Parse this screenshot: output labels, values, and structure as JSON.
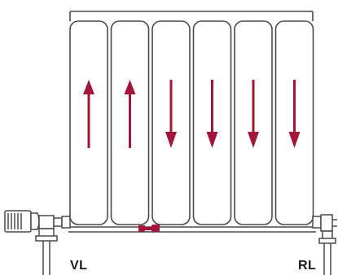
{
  "labels": {
    "flow": "VL",
    "return": "RL"
  },
  "sections": [
    {
      "id": 1,
      "flow": "up"
    },
    {
      "id": 2,
      "flow": "up"
    },
    {
      "id": 3,
      "flow": "down"
    },
    {
      "id": 4,
      "flow": "down"
    },
    {
      "id": 5,
      "flow": "down"
    },
    {
      "id": 6,
      "flow": "down"
    }
  ],
  "colors": {
    "outline": "#4a4a4a",
    "arrow": "#a3163a",
    "background": "#ffffff"
  },
  "icons": {
    "thermostat_head": "thermostatic-valve-icon",
    "bleed_valve": "bleed-valve-icon",
    "return_valve": "lockshield-valve-icon"
  }
}
